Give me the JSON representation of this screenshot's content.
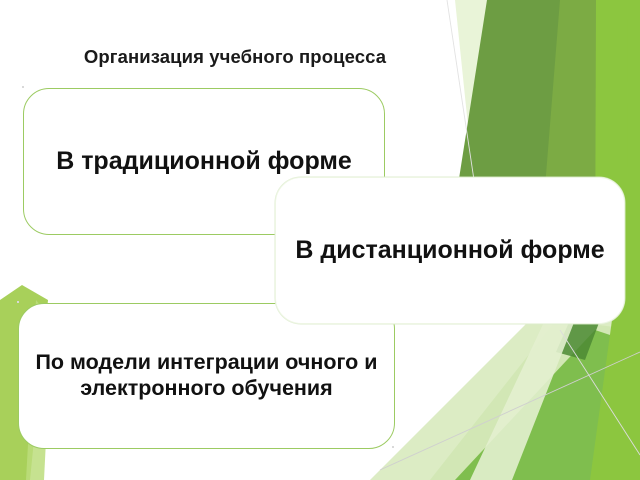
{
  "slide": {
    "title": "Организация учебного процесса",
    "background_color": "#ffffff",
    "accent_colors": {
      "border_green": "#9ccb62",
      "bright_green": "#8cc63f",
      "mid_green": "#7cab44",
      "dark_green": "#6d9d43",
      "pale_green": "#d8ebbe",
      "very_pale_green": "#eaf4dc",
      "text_color": "#111111",
      "hairline_gray": "#cfcfcf"
    }
  },
  "boxes": [
    {
      "id": "traditional",
      "text": "В традиционной форме",
      "border_color": "#9ccb62",
      "fill": "#ffffff"
    },
    {
      "id": "distance",
      "text": "В дистанционной форме",
      "border_color": "#eef6e4",
      "fill": "#ffffff"
    },
    {
      "id": "integration",
      "text": "По модели интеграции очного и электронного обучения",
      "border_color": "#9ccb62",
      "fill": "#ffffff"
    }
  ],
  "decor": {
    "description": "angled green ribbon wedges radiating from upper-right and lower-right corners with thin gray hairlines",
    "left_wedge_color": "#a8d05a"
  }
}
